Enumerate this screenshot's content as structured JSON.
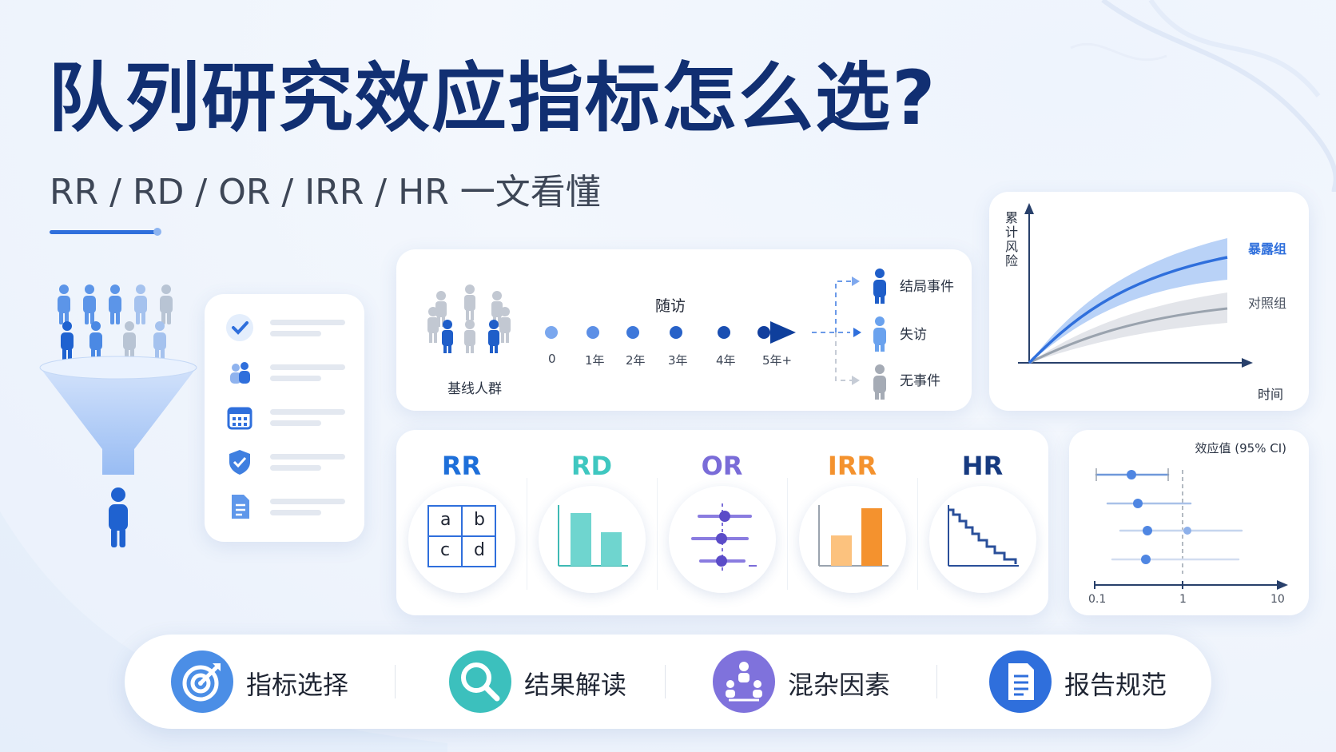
{
  "header": {
    "title": "队列研究效应指标怎么选?",
    "subtitle": "RR / RD / OR / IRR / HR 一文看懂"
  },
  "colors": {
    "title": "#112f72",
    "accent_blue": "#2f6fdc",
    "rr": "#1e6fd9",
    "rd": "#3fc7c0",
    "or": "#7a6cd8",
    "irr": "#f4922e",
    "hr": "#163a80"
  },
  "cohort": {
    "baseline_label": "基线人群",
    "followup_label": "随访",
    "ticks": [
      "0",
      "1年",
      "2年",
      "3年",
      "4年",
      "5年+"
    ],
    "outcomes": [
      "结局事件",
      "失访",
      "无事件"
    ]
  },
  "curve": {
    "ylabel": "累计风险",
    "xlabel": "时间",
    "series": [
      {
        "name": "暴露组",
        "color": "#2f6fdc"
      },
      {
        "name": "对照组",
        "color": "#9aa3ae"
      }
    ]
  },
  "metrics": [
    {
      "label": "RR",
      "color": "#1e6fd9",
      "icon": "2x2-table-icon",
      "cells": [
        "a",
        "b",
        "c",
        "d"
      ]
    },
    {
      "label": "RD",
      "color": "#3fc7c0",
      "icon": "bar-compare-icon"
    },
    {
      "label": "OR",
      "color": "#7a6cd8",
      "icon": "forest-plot-icon"
    },
    {
      "label": "IRR",
      "color": "#f4922e",
      "icon": "rate-bar-icon"
    },
    {
      "label": "HR",
      "color": "#163a80",
      "icon": "survival-curve-icon"
    }
  ],
  "forest": {
    "title": "效应值 (95% CI)",
    "ticks": [
      "0.1",
      "1",
      "10"
    ]
  },
  "features": [
    {
      "label": "指标选择",
      "icon": "target-icon",
      "color": "#4b8ee6"
    },
    {
      "label": "结果解读",
      "icon": "magnifier-icon",
      "color": "#3cc0bd"
    },
    {
      "label": "混杂因素",
      "icon": "people-group-icon",
      "color": "#7f72dc"
    },
    {
      "label": "报告规范",
      "icon": "document-icon",
      "color": "#2f6fdc"
    }
  ]
}
